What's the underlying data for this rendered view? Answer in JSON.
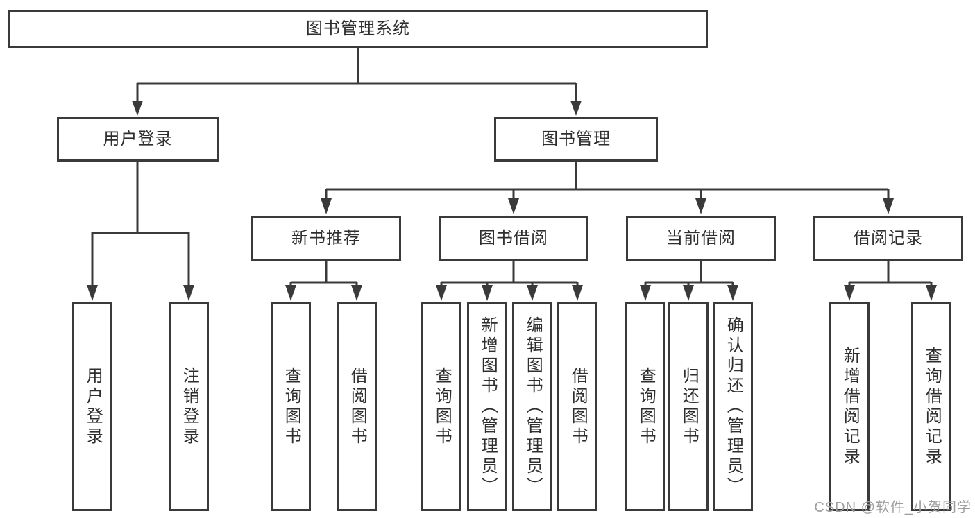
{
  "diagram": {
    "root": {
      "label": "图书管理系统"
    },
    "level2": {
      "user_login": {
        "label": "用户登录",
        "children": [
          {
            "label": "用户登录"
          },
          {
            "label": "注销登录"
          }
        ]
      },
      "book_mgmt": {
        "label": "图书管理",
        "children": [
          {
            "label": "新书推荐",
            "children": [
              {
                "label": "查询图书"
              },
              {
                "label": "借阅图书"
              }
            ]
          },
          {
            "label": "图书借阅",
            "children": [
              {
                "label": "查询图书"
              },
              {
                "label": "新增图书（管理员）"
              },
              {
                "label": "编辑图书（管理员）"
              },
              {
                "label": "借阅图书"
              }
            ]
          },
          {
            "label": "当前借阅",
            "children": [
              {
                "label": "查询图书"
              },
              {
                "label": "归还图书"
              },
              {
                "label": "确认归还（管理员）"
              }
            ]
          },
          {
            "label": "借阅记录",
            "children": [
              {
                "label": "新增借阅记录"
              },
              {
                "label": "查询借阅记录"
              }
            ]
          }
        ]
      }
    }
  },
  "watermark": {
    "text": "CSDN @软件_小贺同学"
  },
  "colors": {
    "line": "#3a3a3a",
    "text": "#2e2e2e",
    "watermark": "#9e9e9e",
    "background": "#ffffff"
  }
}
